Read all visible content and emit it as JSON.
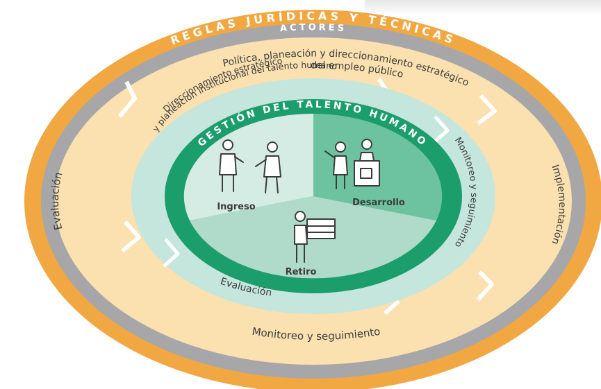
{
  "colors": {
    "outer_ring": "#f1a742",
    "grey_ring": "#a7a7a9",
    "band_cream": "#fbe0b0",
    "inner_band": "#c5e6dc",
    "green_ring": "#1b9e6c",
    "sector_ingreso": "#d5ece4",
    "sector_desarrollo": "#6dc3a0",
    "sector_retiro": "#b0dbcb",
    "dark_text": "#3b3b3b",
    "white_text": "#ffffff"
  },
  "rings": {
    "outer_title": "REGLAS JURÍDICAS Y TÉCNICAS",
    "actors_title": "ACTORES"
  },
  "band": {
    "politica_line1": "Política, planeación y direccionamiento estratégico",
    "politica_line2": "del empleo público",
    "implementacion": "Implementación",
    "monitoreo_bottom": "Monitoreo y seguimiento",
    "evaluacion_left": "Evaluación"
  },
  "inner_band": {
    "direccionamiento_line1": "Direccionamiento estratégico",
    "direccionamiento_line2": "y planeación institucional del talento humano",
    "monitoreo_right": "Monitoreo y seguimiento",
    "evaluacion_bottom": "Evaluación"
  },
  "core": {
    "title": "GESTIÓN DEL TALENTO HUMANO",
    "sectors": [
      "Ingreso",
      "Desarrollo",
      "Retiro"
    ]
  }
}
